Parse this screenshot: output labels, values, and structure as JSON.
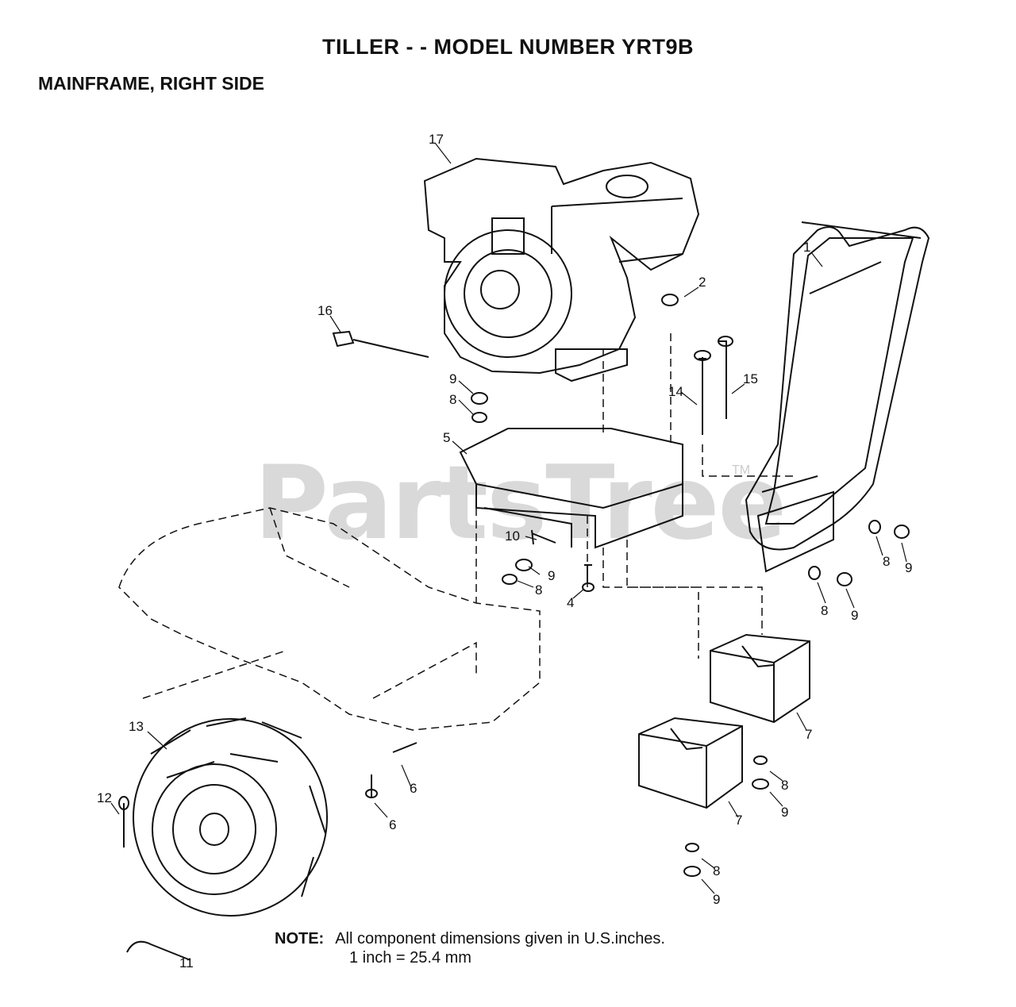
{
  "header": {
    "title": "TILLER - - MODEL NUMBER YRT9B",
    "subtitle": "MAINFRAME, RIGHT SIDE"
  },
  "watermark": {
    "text": "PartsTree",
    "mark": "TM"
  },
  "note": {
    "label": "NOTE:",
    "line1": "All component dimensions given in U.S.inches.",
    "line2": "1 inch = 25.4 mm"
  },
  "callouts": [
    {
      "id": "c17a",
      "label": "17"
    },
    {
      "id": "c1",
      "label": "1"
    },
    {
      "id": "c2",
      "label": "2"
    },
    {
      "id": "c16",
      "label": "16"
    },
    {
      "id": "c9a",
      "label": "9"
    },
    {
      "id": "c8a",
      "label": "8"
    },
    {
      "id": "c14",
      "label": "14"
    },
    {
      "id": "c15",
      "label": "15"
    },
    {
      "id": "c5",
      "label": "5"
    },
    {
      "id": "c10",
      "label": "10"
    },
    {
      "id": "c9b",
      "label": "9"
    },
    {
      "id": "c8b",
      "label": "8"
    },
    {
      "id": "c4",
      "label": "4"
    },
    {
      "id": "c8c",
      "label": "8"
    },
    {
      "id": "c9c",
      "label": "9"
    },
    {
      "id": "c8d",
      "label": "8"
    },
    {
      "id": "c9d",
      "label": "9"
    },
    {
      "id": "c7a",
      "label": "7"
    },
    {
      "id": "c13",
      "label": "13"
    },
    {
      "id": "c6a",
      "label": "6"
    },
    {
      "id": "c12",
      "label": "12"
    },
    {
      "id": "c6b",
      "label": "6"
    },
    {
      "id": "c8e",
      "label": "8"
    },
    {
      "id": "c9e",
      "label": "9"
    },
    {
      "id": "c7b",
      "label": "7"
    },
    {
      "id": "c8f",
      "label": "8"
    },
    {
      "id": "c9f",
      "label": "9"
    },
    {
      "id": "c11",
      "label": "11"
    }
  ]
}
